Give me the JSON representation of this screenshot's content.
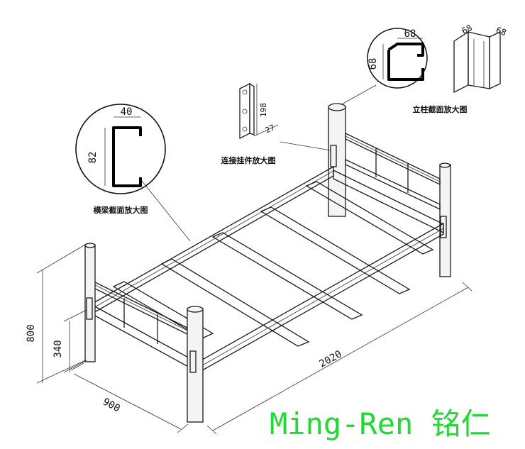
{
  "dimensions": {
    "height_total": "800",
    "height_rail": "340",
    "width": "900",
    "length": "2020"
  },
  "details": {
    "beam": {
      "caption": "横梁截面放大图",
      "dim_width": "40",
      "dim_height": "82"
    },
    "connector": {
      "caption": "连接挂件放大图",
      "dim_height": "198",
      "dim_width": "27"
    },
    "post": {
      "caption": "立柱截面放大图",
      "dim_width": "68",
      "dim_height": "68",
      "dim_iso_a": "68",
      "dim_iso_b": "68"
    }
  },
  "brand": {
    "text": "Ming-Ren 铭仁",
    "color": "#22d832"
  }
}
